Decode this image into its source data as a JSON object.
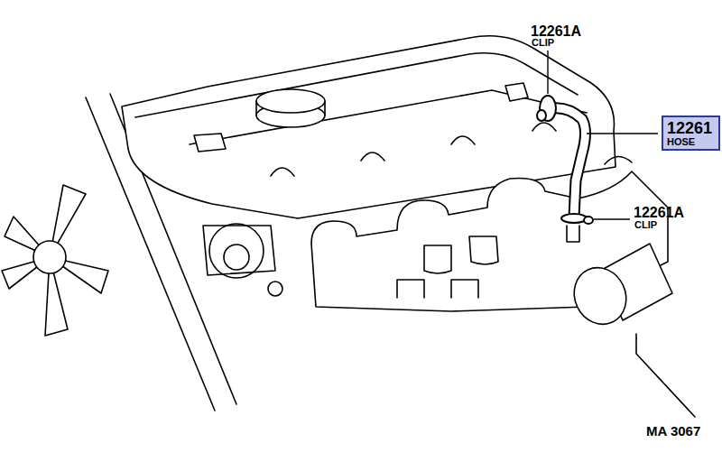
{
  "diagram": {
    "nodes": [
      {
        "text": [
          "12261",
          "HOSE"
        ]
      }
    ],
    "labels": [
      "12261A",
      "CLIP",
      "12261A",
      "CLIP",
      "MA 3067"
    ]
  }
}
